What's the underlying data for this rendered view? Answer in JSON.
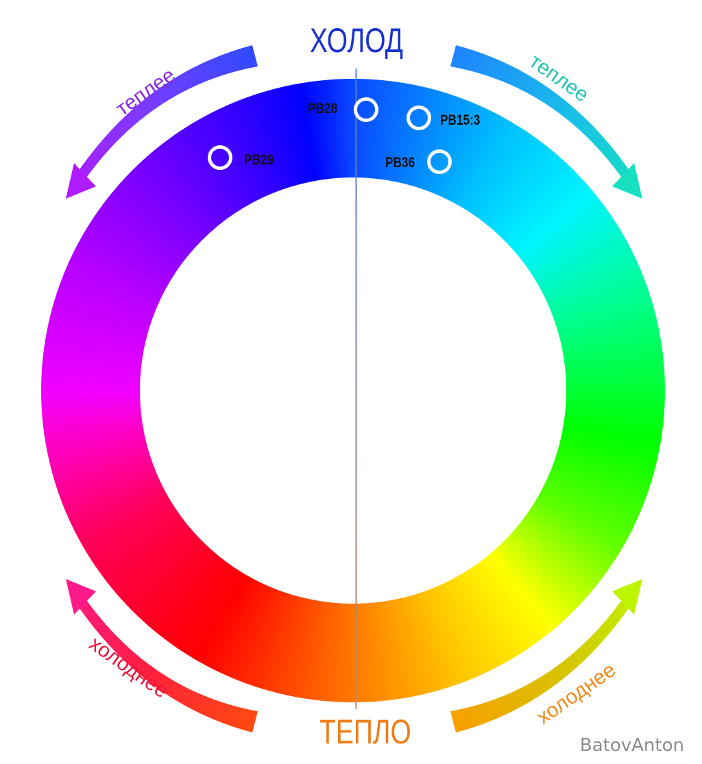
{
  "diagram": {
    "top_label": "ХОЛОД",
    "bottom_label": "ТЕПЛО",
    "arrow_labels": {
      "top_left": "теплее",
      "top_right": "теплее",
      "bottom_left": "холоднее",
      "bottom_right": "холоднее"
    },
    "pigments": [
      {
        "name": "PB28"
      },
      {
        "name": "PB15:3"
      },
      {
        "name": "PB29"
      },
      {
        "name": "PB36"
      }
    ],
    "credit": "BatovAnton"
  },
  "colors": {
    "top_label": "#1a33cc",
    "bottom_label": "#ef7d1a",
    "top_left_arrow_text": "#8a2be2",
    "top_right_arrow_text": "#22c4b4",
    "bottom_left_arrow_text": "#e8153a",
    "bottom_right_arrow_text": "#f08a1c",
    "pigment_label": "#111111",
    "credit": "#8c8c8c",
    "divider_top": "#4a7fd8",
    "divider_bottom": "#c08a5a"
  }
}
